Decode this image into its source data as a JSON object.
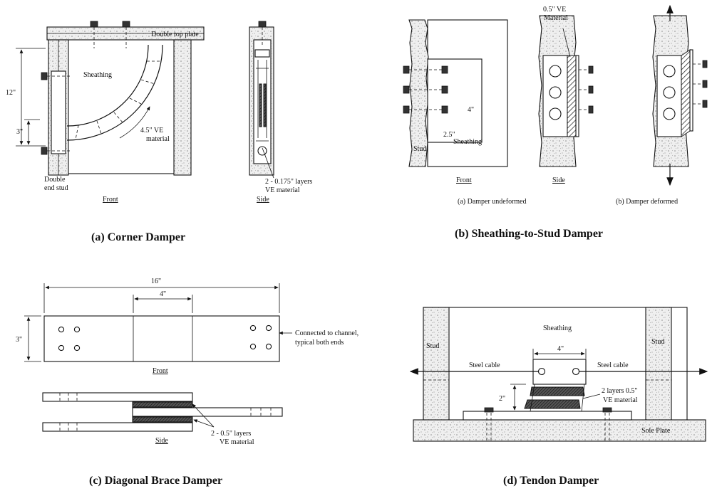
{
  "panels": {
    "a": {
      "caption": "(a) Corner Damper",
      "labels": {
        "top_plate": "Double top plate",
        "sheathing": "Sheathing",
        "dim_12": "12\"",
        "dim_3": "3\"",
        "ve": "4.5\" VE",
        "ve2": "material",
        "end_stud": "Double",
        "end_stud2": "end stud",
        "front": "Front",
        "side": "Side",
        "layers": "2 - 0.175\" layers",
        "layers2": "VE material"
      }
    },
    "b": {
      "caption": "(b)  Sheathing-to-Stud Damper",
      "labels": {
        "ve": "0.5\" VE",
        "ve2": "Material",
        "dim_4": "4\"",
        "dim_25": "2.5\"",
        "stud": "Stud",
        "sheathing": "Sheathing",
        "front": "Front",
        "side": "Side",
        "undeformed": "(a) Damper undeformed",
        "deformed": "(b) Damper deformed"
      }
    },
    "c": {
      "caption": "(c) Diagonal Brace Damper",
      "labels": {
        "dim_16": "16\"",
        "dim_4": "4\"",
        "dim_3": "3\"",
        "connected": "Connected to channel,",
        "connected2": "typical both ends",
        "front": "Front",
        "side": "Side",
        "layers": "2 - 0.5\" layers",
        "layers2": "VE material"
      }
    },
    "d": {
      "caption": "(d)  Tendon Damper",
      "labels": {
        "sheathing": "Sheathing",
        "stud_l": "Stud",
        "stud_r": "Stud",
        "dim_4": "4\"",
        "cable_l": "Steel cable",
        "cable_r": "Steel cable",
        "dim_2": "2\"",
        "layers": "2 layers 0.5\"",
        "layers2": "VE material",
        "sole_plate": "Sole Plate"
      }
    }
  }
}
